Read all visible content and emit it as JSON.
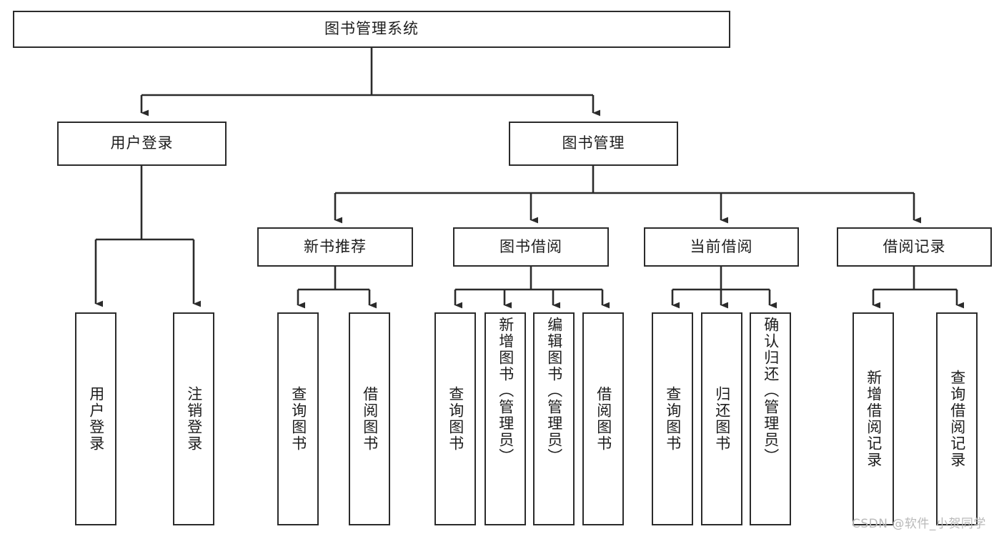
{
  "diagram": {
    "type": "tree",
    "title": "图书管理系统",
    "orientation": "top-down",
    "colors": {
      "box_border": "#2b2b2b",
      "box_fill": "#ffffff",
      "connector": "#2b2b2b",
      "text": "#1d1d1d",
      "watermark": "#b9b9b9",
      "background": "#ffffff"
    },
    "root": {
      "label": "图书管理系统"
    },
    "level2": [
      {
        "label": "用户登录"
      },
      {
        "label": "图书管理"
      }
    ],
    "level3": [
      {
        "label": "新书推荐"
      },
      {
        "label": "图书借阅"
      },
      {
        "label": "当前借阅"
      },
      {
        "label": "借阅记录"
      }
    ],
    "leaves": {
      "user_login": [
        {
          "label": "用户登录"
        },
        {
          "label": "注销登录"
        }
      ],
      "new_book_recommend": [
        {
          "label": "查询图书"
        },
        {
          "label": "借阅图书"
        }
      ],
      "book_borrow": [
        {
          "label": "查询图书"
        },
        {
          "label": "新增图书（管理员）"
        },
        {
          "label": "编辑图书（管理员）"
        },
        {
          "label": "借阅图书"
        }
      ],
      "current_borrow": [
        {
          "label": "查询图书"
        },
        {
          "label": "归还图书"
        },
        {
          "label": "确认归还（管理员）"
        }
      ],
      "borrow_record": [
        {
          "label": "新增借阅记录"
        },
        {
          "label": "查询借阅记录"
        }
      ]
    },
    "watermark": "CSDN @软件_小贺同学"
  }
}
